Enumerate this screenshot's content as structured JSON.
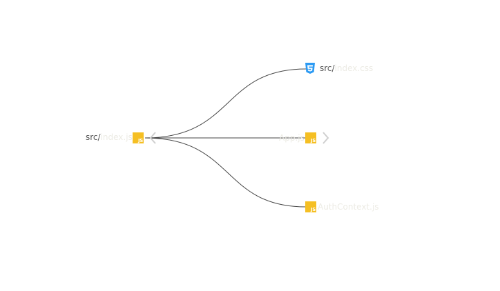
{
  "nodes": {
    "root": {
      "prefix": "src/",
      "name": "index.js",
      "icon": "js-file-icon",
      "icon_text": "JS"
    },
    "css": {
      "prefix": "src/",
      "name": "index.css",
      "icon": "css-file-icon"
    },
    "middle": {
      "name": "App.js",
      "icon": "js-file-icon",
      "icon_text": "JS"
    },
    "auth": {
      "name": "AuthContext.js",
      "icon": "js-file-icon",
      "icon_text": "JS"
    }
  },
  "colors": {
    "edge": "#444444",
    "js_icon": "#f5bf23",
    "css_icon": "#2b9af3",
    "chevron": "#cfcfcf",
    "faded_text": "#ecebe4",
    "prefix_text": "#555555"
  },
  "controls": {
    "collapse": "chevron-left-icon",
    "expand": "chevron-right-icon"
  }
}
